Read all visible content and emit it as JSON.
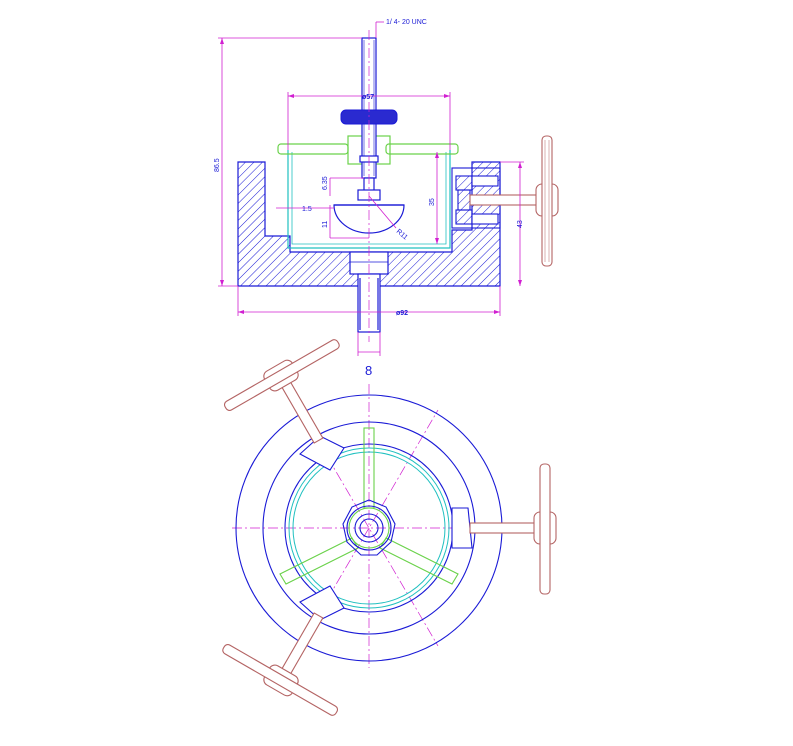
{
  "colors": {
    "body": "#1a1ad6",
    "dimension": "#d11fd1",
    "cup": "#20c0c0",
    "green": "#6ad24a",
    "handle": "#b46464",
    "centerline": "#d11fd1"
  },
  "view_label": "8",
  "dimensions": {
    "thread": "1/ 4- 20  UNC",
    "inner_diameter": "ø57",
    "overall_height": "86.5",
    "stem_dia": "6.35",
    "offset": "1.5",
    "ball_height": "11",
    "cup_depth": "35",
    "radius": "R11",
    "side_height": "43",
    "outer_diameter": "ø92"
  }
}
